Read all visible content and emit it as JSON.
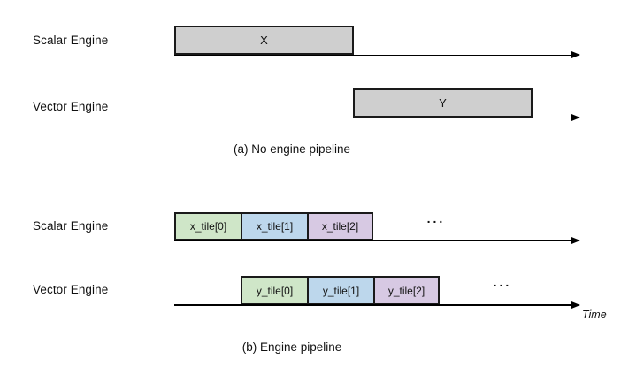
{
  "diagram": {
    "panel_a": {
      "caption": "(a) No engine pipeline",
      "rows": [
        {
          "label": "Scalar Engine",
          "block": "X"
        },
        {
          "label": "Vector Engine",
          "block": "Y"
        }
      ]
    },
    "panel_b": {
      "caption": "(b) Engine pipeline",
      "rows": [
        {
          "label": "Scalar Engine",
          "tiles": [
            "x_tile[0]",
            "x_tile[1]",
            "x_tile[2]"
          ],
          "ellipsis": "..."
        },
        {
          "label": "Vector Engine",
          "tiles": [
            "y_tile[0]",
            "y_tile[1]",
            "y_tile[2]"
          ],
          "ellipsis": "..."
        }
      ],
      "time_label": "Time"
    },
    "colors": {
      "block_gray": "#cfcfcf",
      "tile_green": "#cfe6c8",
      "tile_blue": "#bdd7ec",
      "tile_purple": "#d7c9e3",
      "line_black": "#000000"
    }
  }
}
